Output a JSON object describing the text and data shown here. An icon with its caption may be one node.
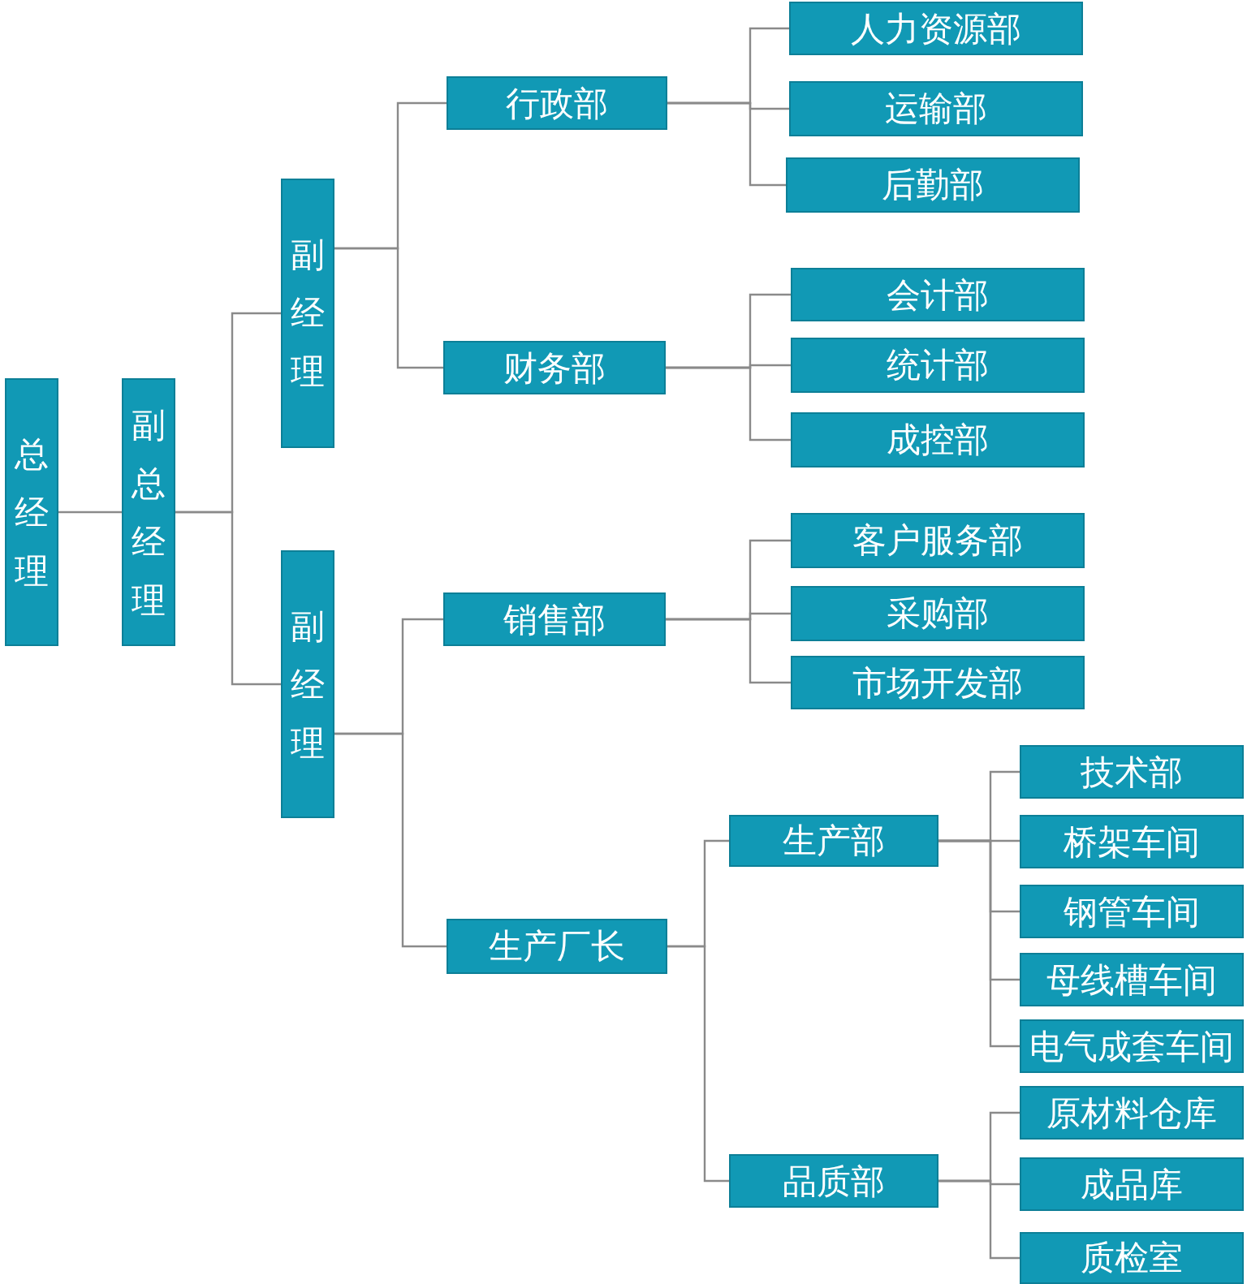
{
  "diagram": {
    "nodes": [
      {
        "text": [
          "总经理"
        ]
      },
      {
        "text": [
          "副总经理"
        ]
      },
      {
        "text": [
          "副经理"
        ]
      },
      {
        "text": [
          "副经理"
        ]
      },
      {
        "text": [
          "行政部"
        ]
      },
      {
        "text": [
          "财务部"
        ]
      },
      {
        "text": [
          "销售部"
        ]
      },
      {
        "text": [
          "生产厂长"
        ]
      },
      {
        "text": [
          "人力资源部"
        ]
      },
      {
        "text": [
          "运输部"
        ]
      },
      {
        "text": [
          "后勤部"
        ]
      },
      {
        "text": [
          "会计部"
        ]
      },
      {
        "text": [
          "统计部"
        ]
      },
      {
        "text": [
          "成控部"
        ]
      },
      {
        "text": [
          "客户服务部"
        ]
      },
      {
        "text": [
          "采购部"
        ]
      },
      {
        "text": [
          "市场开发部"
        ]
      },
      {
        "text": [
          "生产部"
        ]
      },
      {
        "text": [
          "品质部"
        ]
      },
      {
        "text": [
          "技术部"
        ]
      },
      {
        "text": [
          "桥架车间"
        ]
      },
      {
        "text": [
          "钢管车间"
        ]
      },
      {
        "text": [
          "母线槽车间"
        ]
      },
      {
        "text": [
          "电气成套车间"
        ]
      },
      {
        "text": [
          "原材料仓库"
        ]
      },
      {
        "text": [
          "成品库"
        ]
      },
      {
        "text": [
          "质检室"
        ]
      }
    ],
    "edges": [
      {
        "from": 0,
        "to": 1,
        "arrow": "none"
      },
      {
        "from": 1,
        "to": 2,
        "arrow": "none"
      },
      {
        "from": 1,
        "to": 3,
        "arrow": "none"
      },
      {
        "from": 2,
        "to": 4,
        "arrow": "none"
      },
      {
        "from": 2,
        "to": 5,
        "arrow": "none"
      },
      {
        "from": 3,
        "to": 6,
        "arrow": "none"
      },
      {
        "from": 3,
        "to": 7,
        "arrow": "none"
      },
      {
        "from": 4,
        "to": 8,
        "arrow": "none"
      },
      {
        "from": 4,
        "to": 9,
        "arrow": "none"
      },
      {
        "from": 4,
        "to": 10,
        "arrow": "none"
      },
      {
        "from": 5,
        "to": 11,
        "arrow": "none"
      },
      {
        "from": 5,
        "to": 12,
        "arrow": "none"
      },
      {
        "from": 5,
        "to": 13,
        "arrow": "none"
      },
      {
        "from": 6,
        "to": 14,
        "arrow": "none"
      },
      {
        "from": 6,
        "to": 15,
        "arrow": "none"
      },
      {
        "from": 6,
        "to": 16,
        "arrow": "none"
      },
      {
        "from": 7,
        "to": 17,
        "arrow": "none"
      },
      {
        "from": 7,
        "to": 18,
        "arrow": "none"
      },
      {
        "from": 17,
        "to": 19,
        "arrow": "none"
      },
      {
        "from": 17,
        "to": 20,
        "arrow": "none"
      },
      {
        "from": 17,
        "to": 21,
        "arrow": "none"
      },
      {
        "from": 17,
        "to": 22,
        "arrow": "none"
      },
      {
        "from": 17,
        "to": 23,
        "arrow": "none"
      },
      {
        "from": 18,
        "to": 24,
        "arrow": "none"
      },
      {
        "from": 18,
        "to": 25,
        "arrow": "none"
      },
      {
        "from": 18,
        "to": 26,
        "arrow": "none"
      }
    ]
  }
}
